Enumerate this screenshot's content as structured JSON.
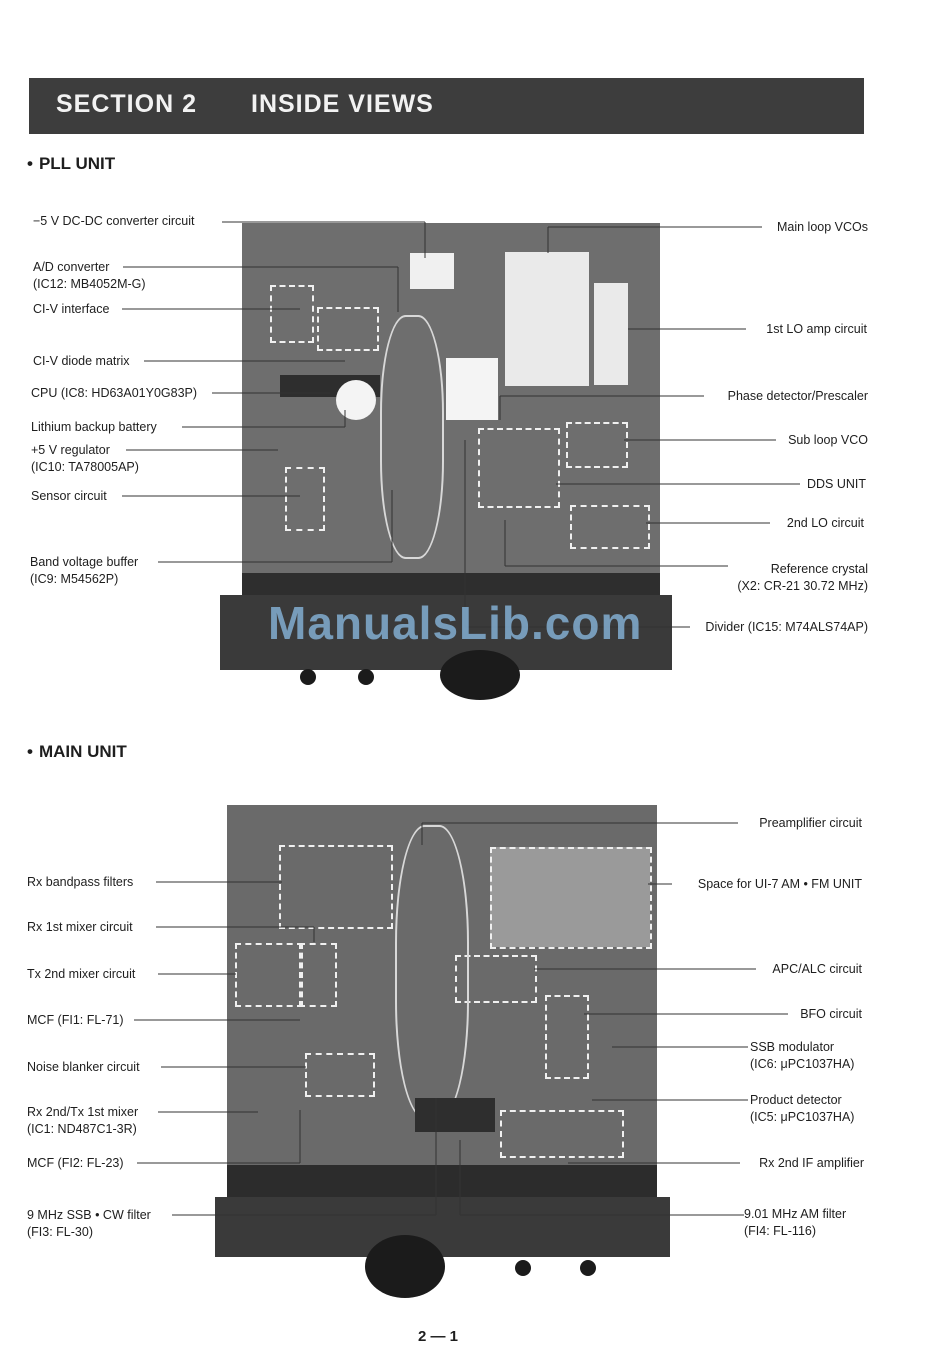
{
  "header": {
    "section": "SECTION 2",
    "title": "INSIDE VIEWS"
  },
  "pll": {
    "heading": "PLL UNIT",
    "left": [
      {
        "lines": [
          "−5 V DC-DC converter circuit"
        ]
      },
      {
        "lines": [
          "A/D converter",
          "(IC12: MB4052M-G)"
        ]
      },
      {
        "lines": [
          "CI-V interface"
        ]
      },
      {
        "lines": [
          "CI-V diode matrix"
        ]
      },
      {
        "lines": [
          "CPU (IC8: HD63A01Y0G83P)"
        ]
      },
      {
        "lines": [
          "Lithium backup battery"
        ]
      },
      {
        "lines": [
          "+5 V regulator",
          "(IC10: TA78005AP)"
        ]
      },
      {
        "lines": [
          "Sensor circuit"
        ]
      },
      {
        "lines": [
          "Band voltage buffer",
          "(IC9: M54562P)"
        ]
      }
    ],
    "right": [
      {
        "lines": [
          "Main loop VCOs"
        ]
      },
      {
        "lines": [
          "1st LO amp circuit"
        ]
      },
      {
        "lines": [
          "Phase detector/Prescaler"
        ]
      },
      {
        "lines": [
          "Sub loop VCO"
        ]
      },
      {
        "lines": [
          "DDS UNIT"
        ]
      },
      {
        "lines": [
          "2nd LO circuit"
        ]
      },
      {
        "lines": [
          "Reference crystal",
          "(X2: CR-21 30.72 MHz)"
        ]
      },
      {
        "lines": [
          "Divider (IC15: M74ALS74AP)"
        ]
      }
    ]
  },
  "main": {
    "heading": "MAIN UNIT",
    "left": [
      {
        "lines": [
          "Rx bandpass filters"
        ]
      },
      {
        "lines": [
          "Rx 1st mixer circuit"
        ]
      },
      {
        "lines": [
          "Tx 2nd mixer circuit"
        ]
      },
      {
        "lines": [
          "MCF (FI1: FL-71)"
        ]
      },
      {
        "lines": [
          "Noise blanker circuit"
        ]
      },
      {
        "lines": [
          "Rx 2nd/Tx 1st mixer",
          "(IC1: ND487C1-3R)"
        ]
      },
      {
        "lines": [
          "MCF (FI2: FL-23)"
        ]
      },
      {
        "lines": [
          "9 MHz SSB • CW filter",
          "(FI3: FL-30)"
        ]
      }
    ],
    "right": [
      {
        "lines": [
          "Preamplifier circuit"
        ]
      },
      {
        "lines": [
          "Space for UI-7 AM • FM UNIT"
        ]
      },
      {
        "lines": [
          "APC/ALC circuit"
        ]
      },
      {
        "lines": [
          "BFO circuit"
        ]
      },
      {
        "lines": [
          "SSB modulator",
          "(IC6: μPC1037HA)"
        ]
      },
      {
        "lines": [
          "Product detector",
          "(IC5: μPC1037HA)"
        ]
      },
      {
        "lines": [
          "Rx 2nd IF amplifier"
        ]
      },
      {
        "lines": [
          "9.01 MHz AM filter",
          "(FI4: FL-116)"
        ]
      }
    ]
  },
  "watermark": "ManualsLib.com",
  "page_number": "2 — 1"
}
